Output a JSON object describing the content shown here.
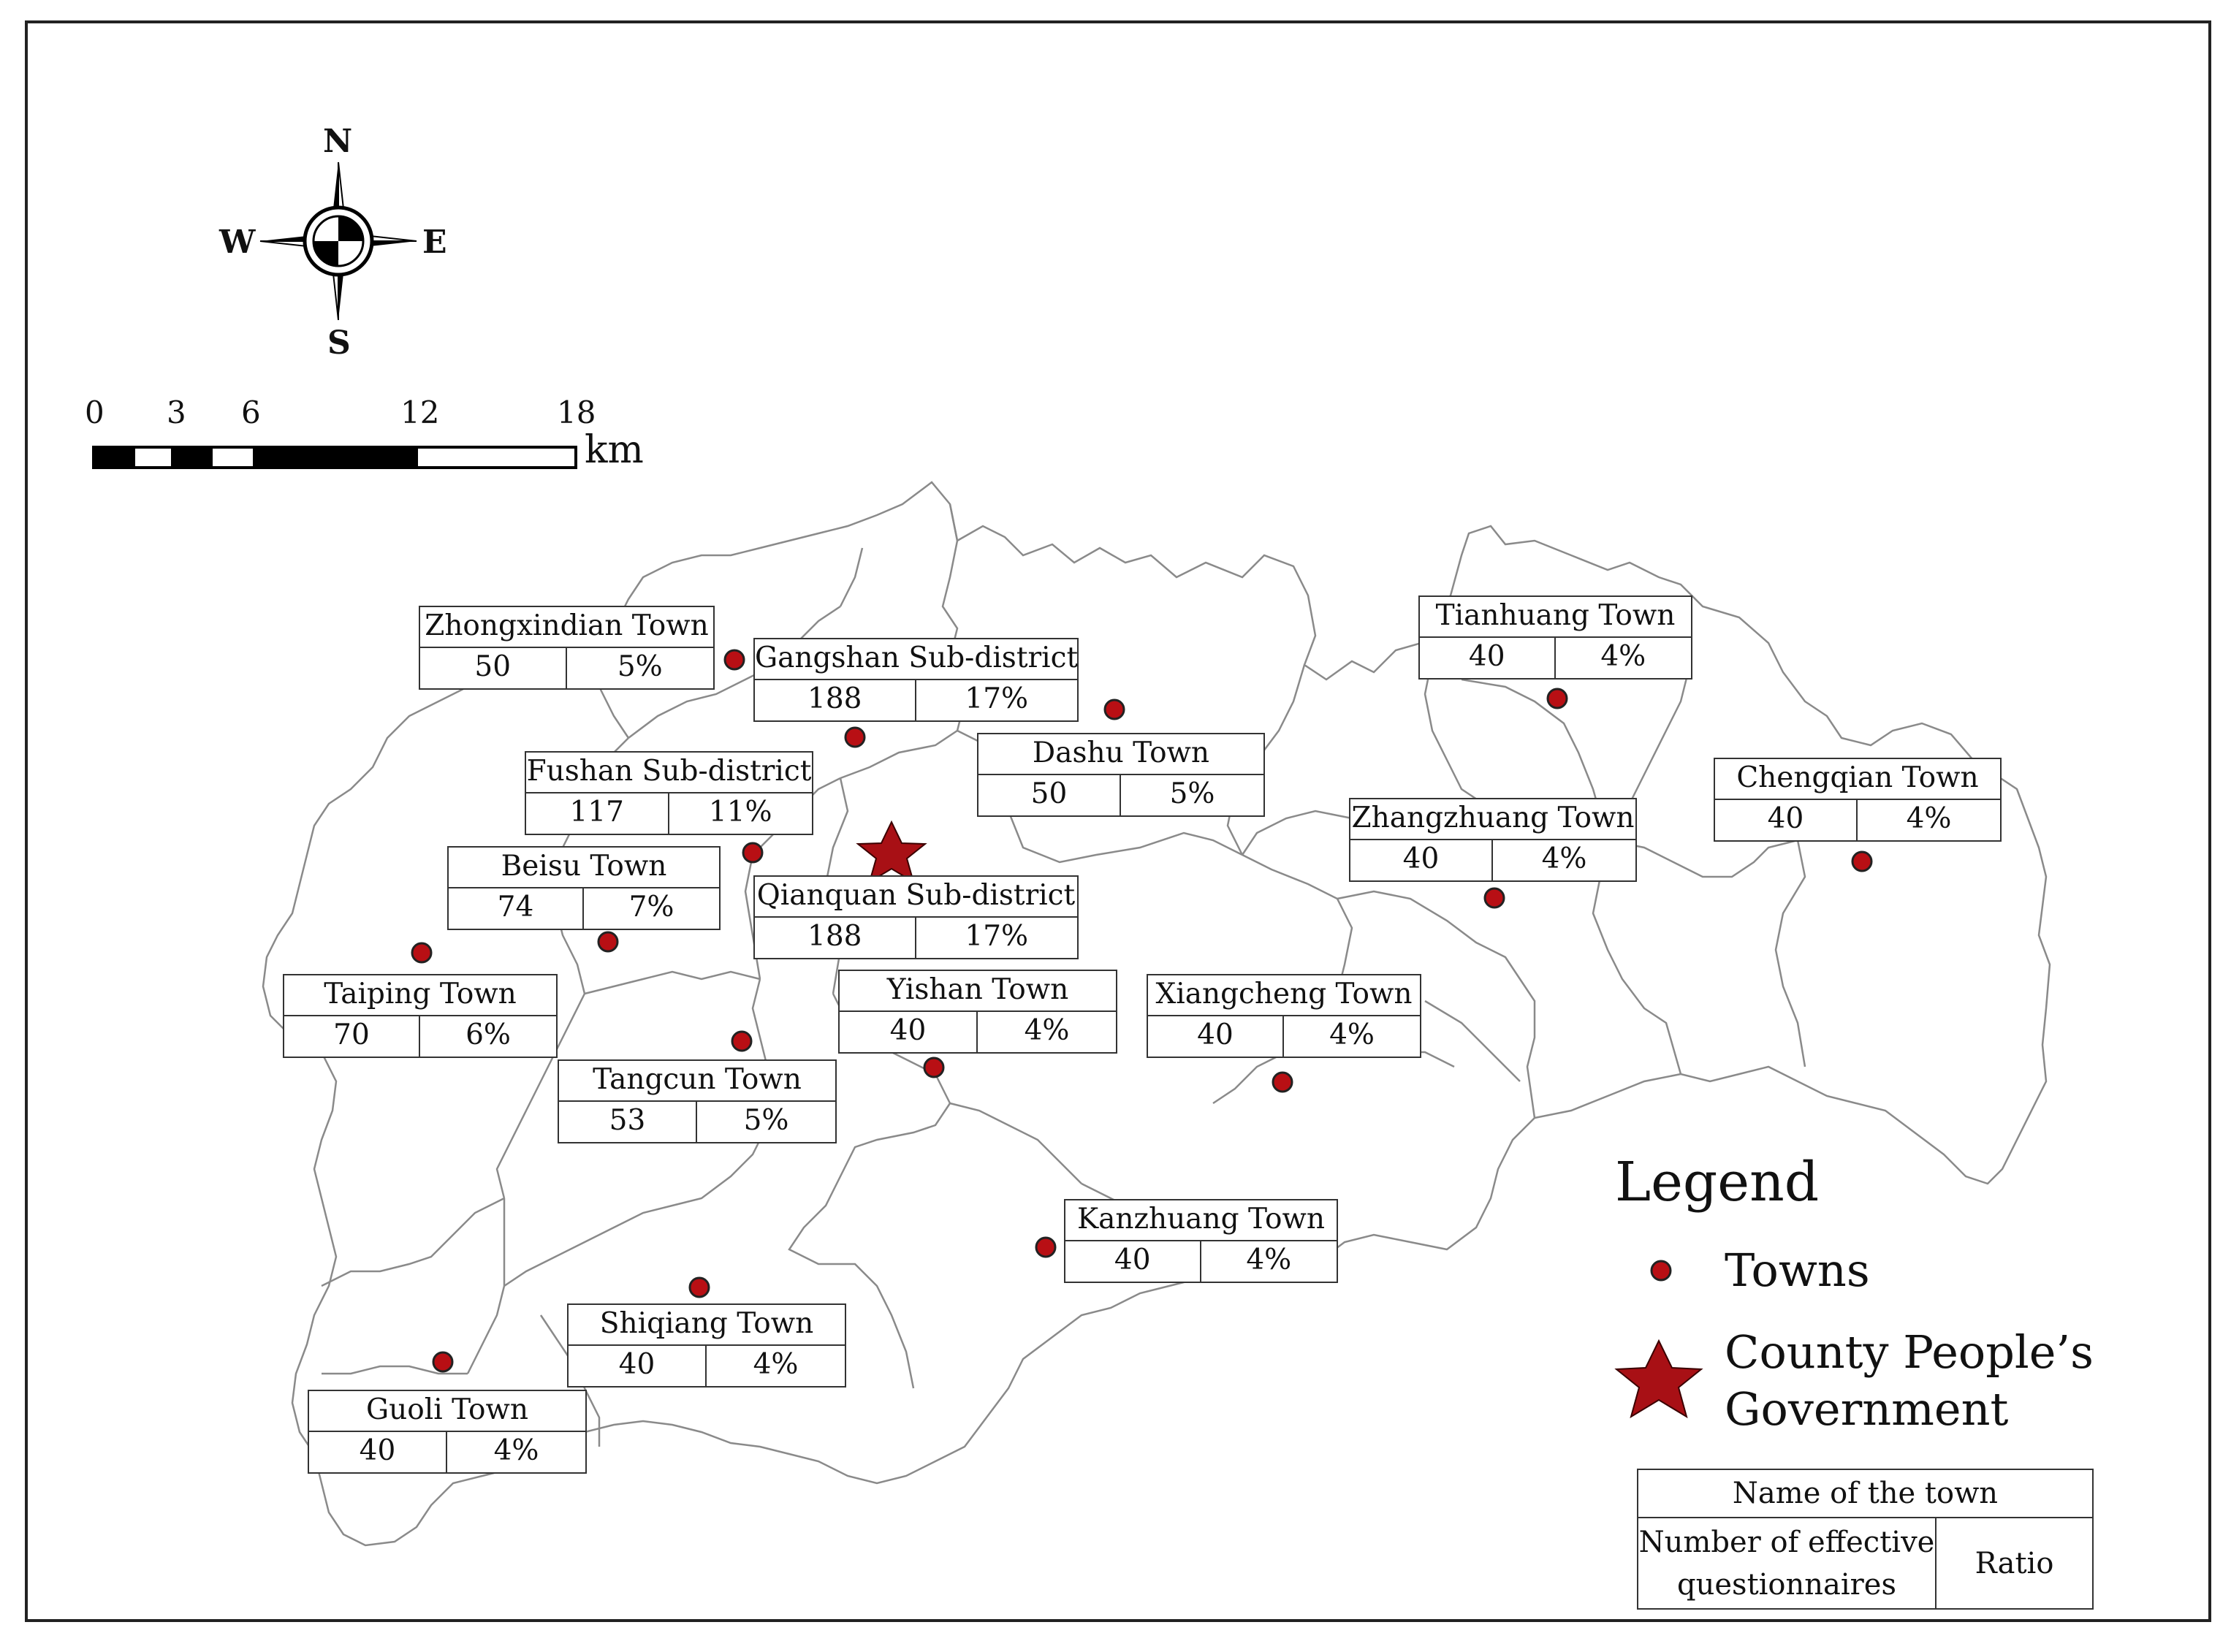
{
  "colors": {
    "dot": "#b80f14",
    "star": "#a81015",
    "boundary": "#8a8a8a",
    "frame": "#222222"
  },
  "compass": {
    "n": "N",
    "s": "S",
    "e": "E",
    "w": "W"
  },
  "scale_bar": {
    "ticks": [
      "0",
      "3",
      "6",
      "12",
      "18"
    ],
    "unit": "km"
  },
  "towns": [
    {
      "name": "Zhongxindian Town",
      "count": "50",
      "ratio": "5%"
    },
    {
      "name": "Gangshan Sub-district",
      "count": "188",
      "ratio": "17%"
    },
    {
      "name": "Dashu Town",
      "count": "50",
      "ratio": "5%"
    },
    {
      "name": "Fushan Sub-district",
      "count": "117",
      "ratio": "11%"
    },
    {
      "name": "Beisu Town",
      "count": "74",
      "ratio": "7%"
    },
    {
      "name": "Qianquan Sub-district",
      "count": "188",
      "ratio": "17%"
    },
    {
      "name": "Taiping Town",
      "count": "70",
      "ratio": "6%"
    },
    {
      "name": "Yishan Town",
      "count": "40",
      "ratio": "4%"
    },
    {
      "name": "Xiangcheng Town",
      "count": "40",
      "ratio": "4%"
    },
    {
      "name": "Tangcun Town",
      "count": "53",
      "ratio": "5%"
    },
    {
      "name": "Tianhuang Town",
      "count": "40",
      "ratio": "4%"
    },
    {
      "name": "Chengqian Town",
      "count": "40",
      "ratio": "4%"
    },
    {
      "name": "Zhangzhuang Town",
      "count": "40",
      "ratio": "4%"
    },
    {
      "name": "Kanzhuang Town",
      "count": "40",
      "ratio": "4%"
    },
    {
      "name": "Shiqiang Town",
      "count": "40",
      "ratio": "4%"
    },
    {
      "name": "Guoli Town",
      "count": "40",
      "ratio": "4%"
    }
  ],
  "legend": {
    "title": "Legend",
    "towns_label": "Towns",
    "government_label_line1": "County People’s",
    "government_label_line2": "Government",
    "key": {
      "name": "Name of the town",
      "count_line1": "Number of effective",
      "count_line2": "questionnaires",
      "ratio": "Ratio"
    }
  }
}
